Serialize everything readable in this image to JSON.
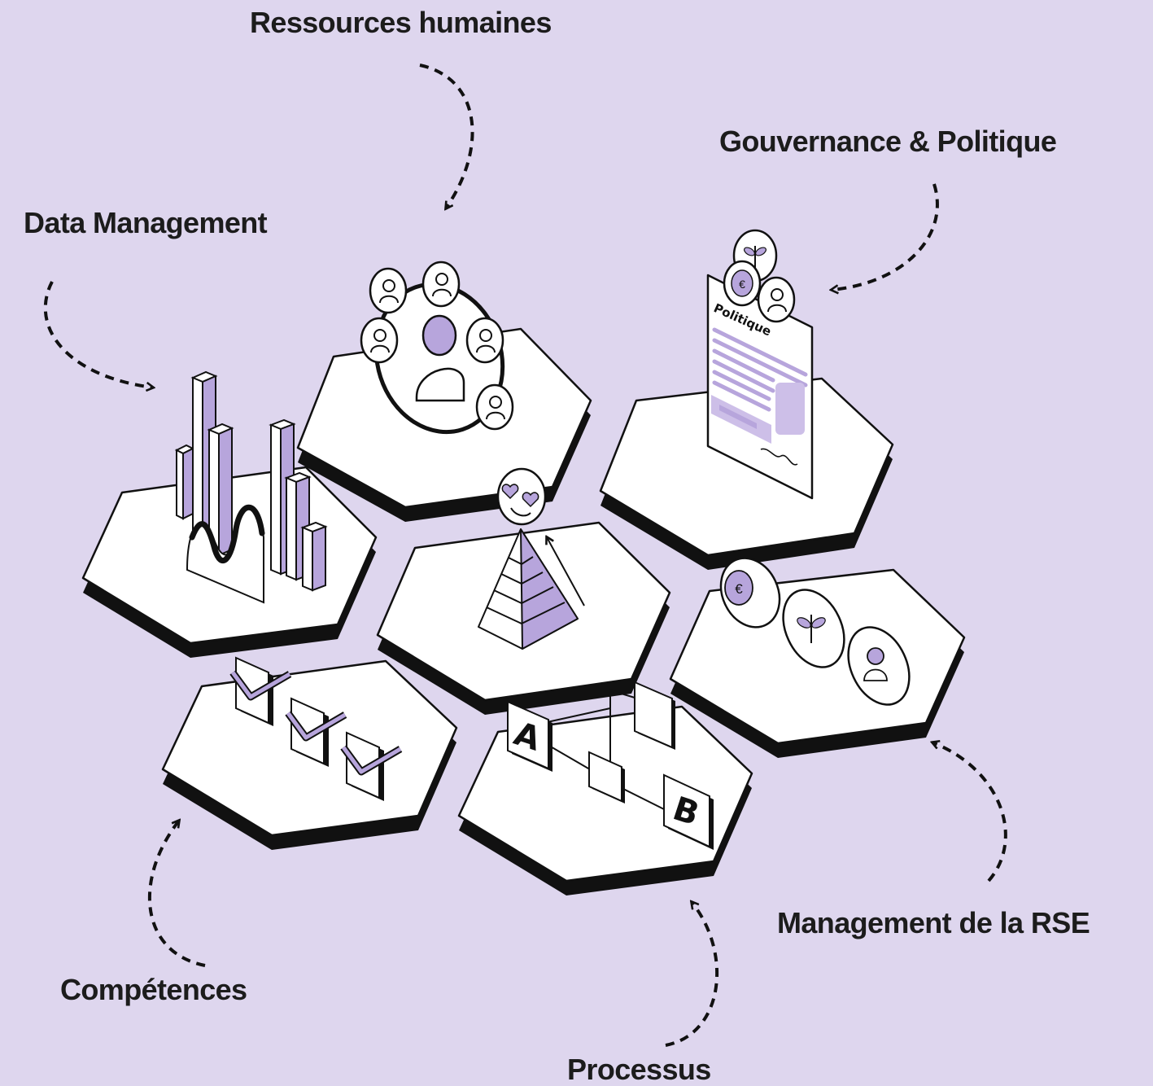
{
  "domains": [
    {
      "id": "rh",
      "label": "Ressources humaines"
    },
    {
      "id": "gov",
      "label": "Gouvernance & Politique"
    },
    {
      "id": "data",
      "label": "Data Management"
    },
    {
      "id": "rse",
      "label": "Management de la RSE"
    },
    {
      "id": "comp",
      "label": "Compétences"
    },
    {
      "id": "proc",
      "label": "Processus"
    }
  ],
  "document": {
    "title": "Politique"
  },
  "process": {
    "start": "A",
    "end": "B"
  },
  "colors": {
    "background": "#ded6ee",
    "tile": "#ffffff",
    "outline": "#111111",
    "accent": "#b7a5dc",
    "text": "#1c1c1c"
  }
}
